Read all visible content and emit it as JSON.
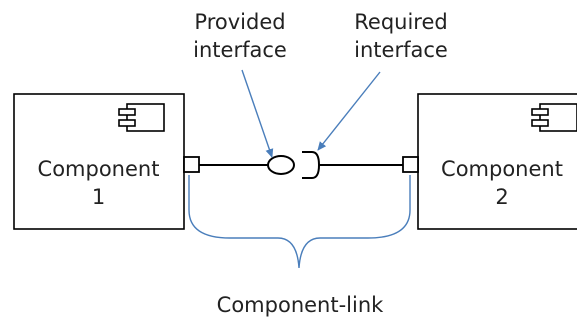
{
  "labels": {
    "provided": "Provided\ninterface",
    "required": "Required\ninterface",
    "component_1": "Component\n1",
    "component_2": "Component\n2",
    "link": "Component-link"
  },
  "colors": {
    "line": "#000000",
    "arrow": "#4a7ebb",
    "brace": "#4a7ebb",
    "text": "#222222"
  }
}
